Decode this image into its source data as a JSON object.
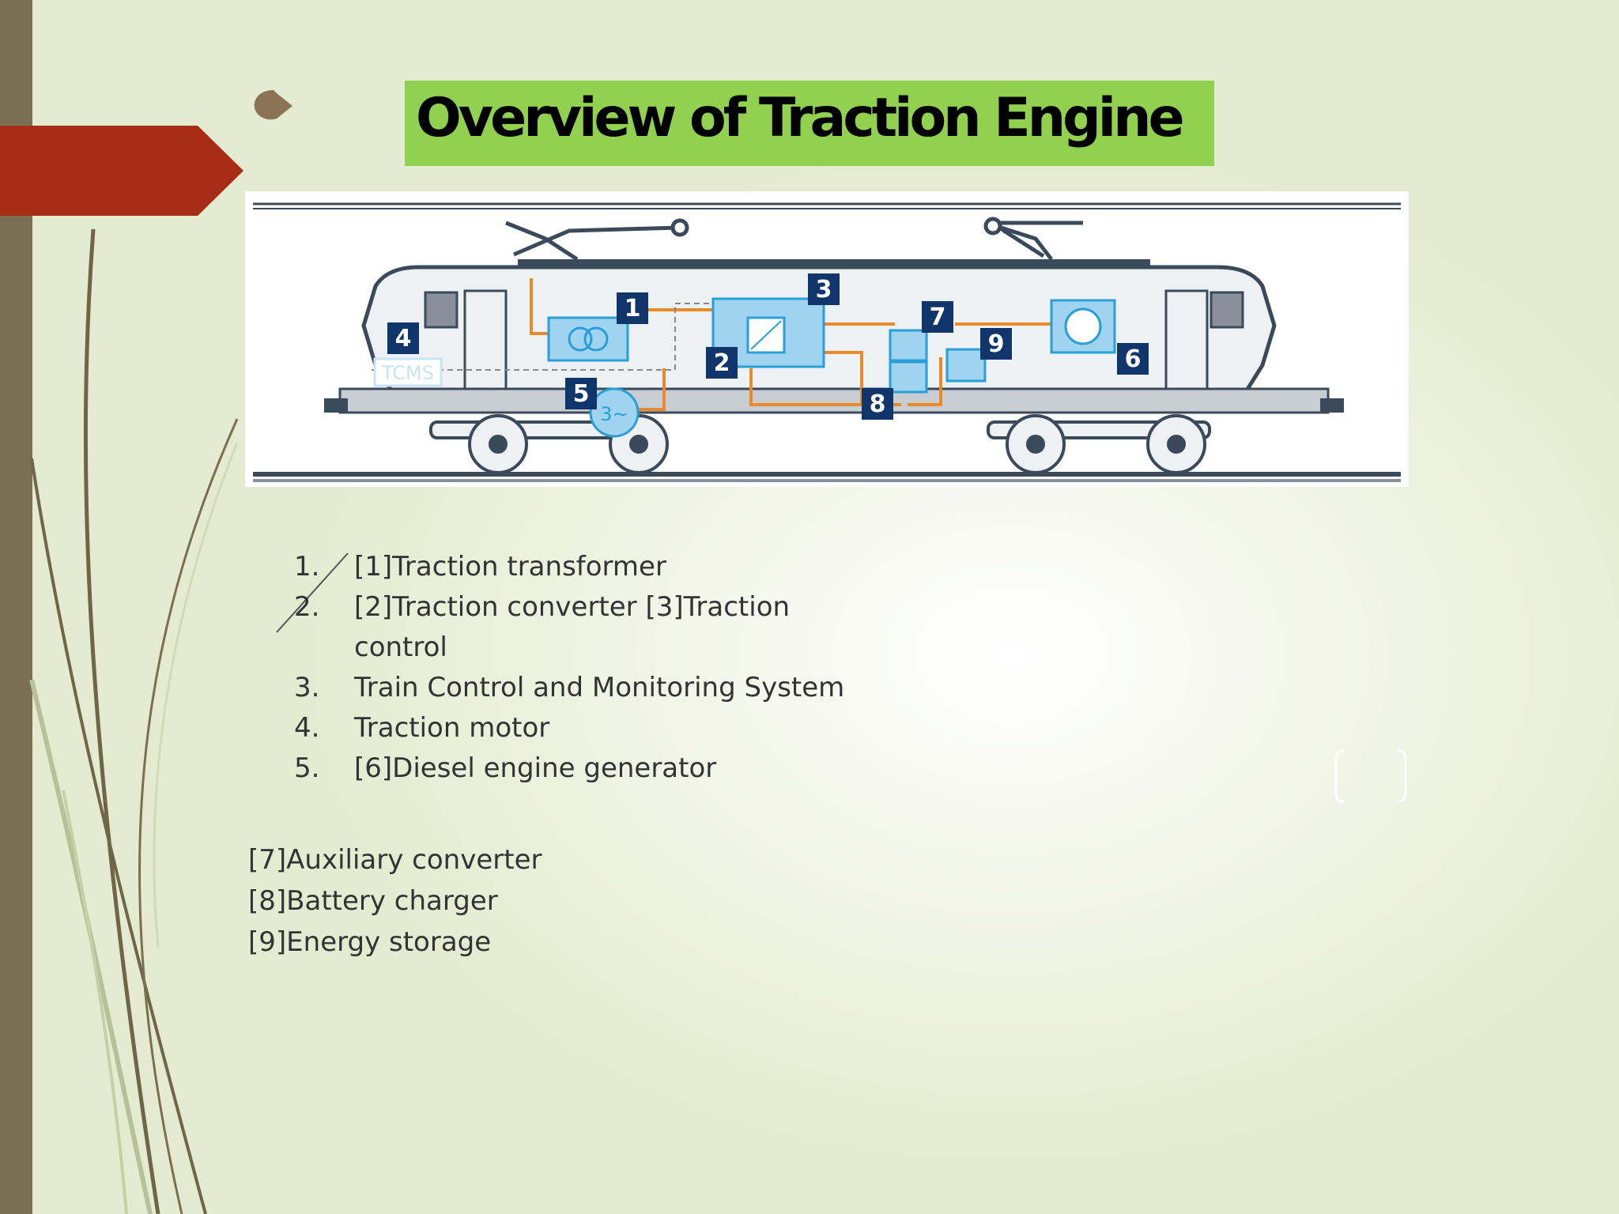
{
  "slide": {
    "title": "Overview of Traction Engine",
    "accent_color": "#92d050",
    "tab_color": "#a62c16",
    "bar_color": "#7a6f52"
  },
  "diagram": {
    "markers": [
      "1",
      "2",
      "3",
      "4",
      "5",
      "6",
      "7",
      "8",
      "9"
    ],
    "tcms_label": "TCMS",
    "motor_label": "3~"
  },
  "numbered_list": [
    {
      "num": "1.",
      "text": "[1]Traction transformer"
    },
    {
      "num": "2.",
      "text": "[2]Traction converter  [3]Traction control"
    },
    {
      "num": "3.",
      "text": "Train Control and Monitoring System"
    },
    {
      "num": "4.",
      "text": "Traction  motor"
    },
    {
      "num": "5.",
      "text": "[6]Diesel engine generator"
    }
  ],
  "extra_lines": [
    "[7]Auxiliary converter",
    "[8]Battery charger",
    "[9]Energy storage"
  ]
}
